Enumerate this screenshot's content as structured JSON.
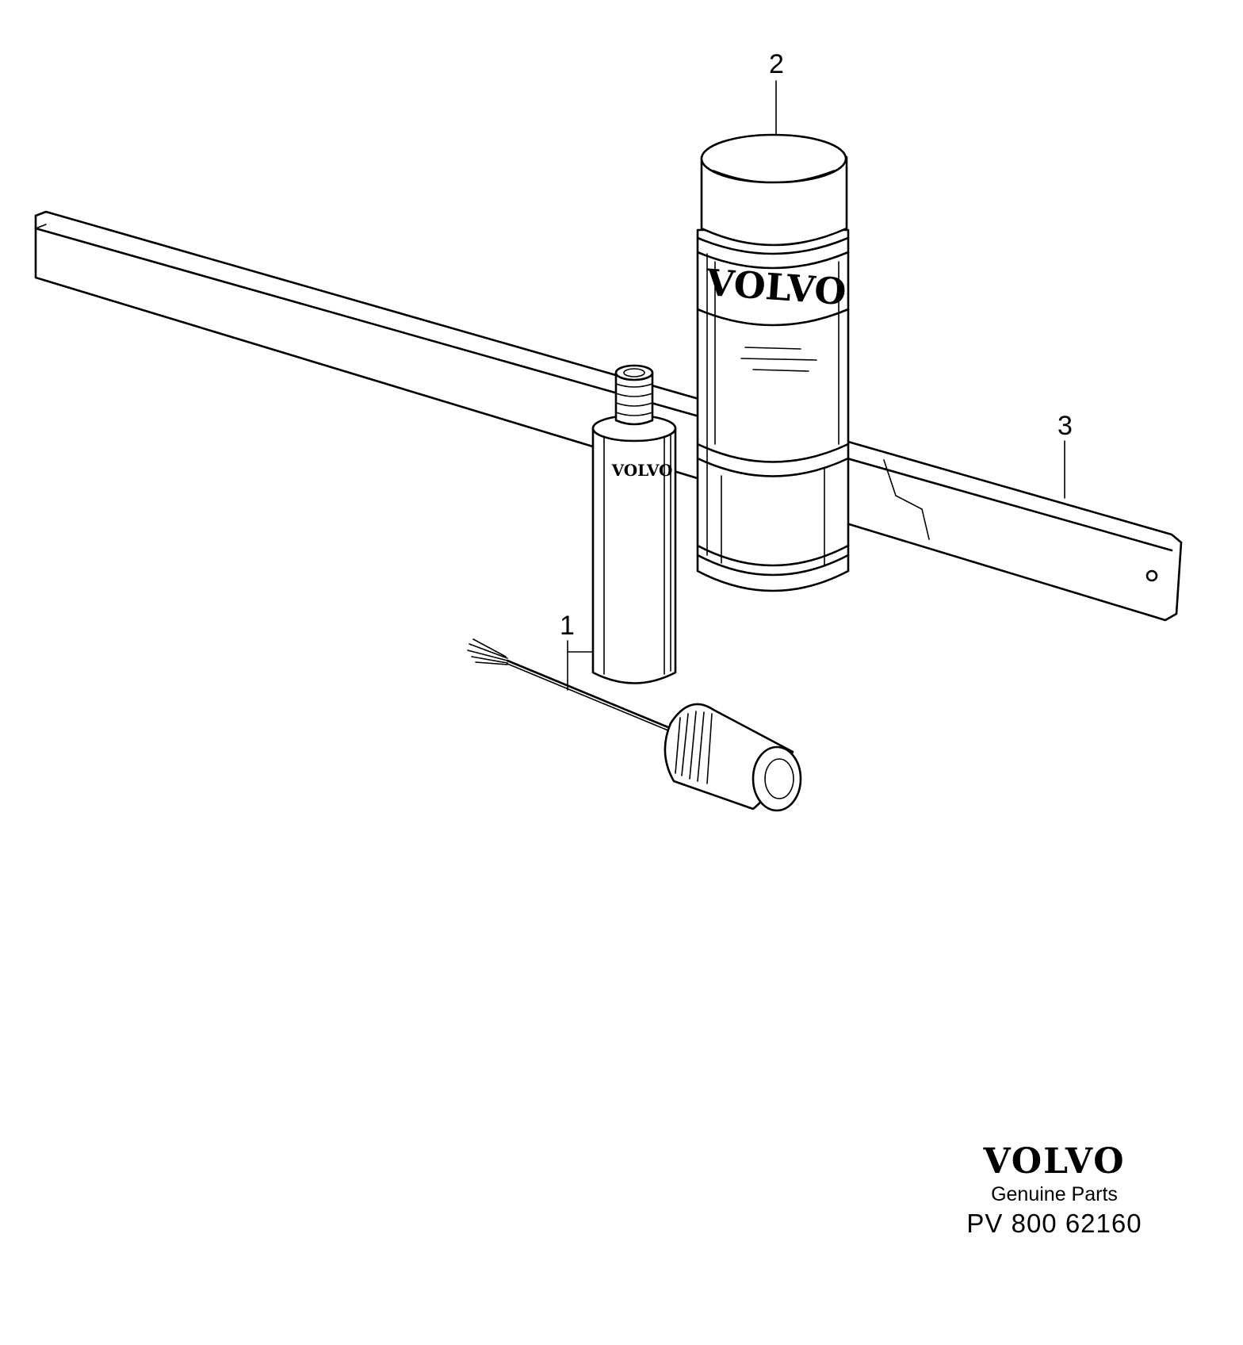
{
  "callouts": [
    {
      "id": "1",
      "label": "1"
    },
    {
      "id": "2",
      "label": "2"
    },
    {
      "id": "3",
      "label": "3"
    }
  ],
  "can_label_text": "VOLVO",
  "bottle_label_text": "VOLVO",
  "branding": {
    "logo": "VOLVO",
    "subtitle": "Genuine Parts",
    "code": "PV 800 62160"
  }
}
